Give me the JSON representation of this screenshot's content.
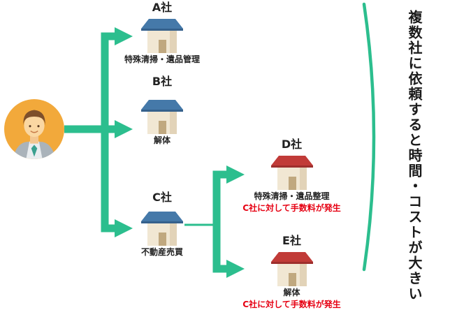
{
  "diagram_title": "",
  "avatar": {
    "icon": "person-icon"
  },
  "icons": {
    "avatar": "person-icon",
    "company": "house-icon",
    "brace": "curly-brace-curve"
  },
  "companies": [
    {
      "id": "A",
      "title": "A社",
      "service": "特殊清掃・遺品管理",
      "roof_color": "blue"
    },
    {
      "id": "B",
      "title": "B社",
      "service": "解体",
      "roof_color": "blue"
    },
    {
      "id": "C",
      "title": "C社",
      "service": "不動産売買",
      "roof_color": "blue"
    },
    {
      "id": "D",
      "title": "D社",
      "service": "特殊清掃・遺品整理",
      "note": "C社に対して手数料が発生",
      "roof_color": "red"
    },
    {
      "id": "E",
      "title": "E社",
      "service": "解体",
      "note": "C社に対して手数料が発生",
      "roof_color": "red"
    }
  ],
  "relations": [
    {
      "from": "person",
      "to": "A社"
    },
    {
      "from": "person",
      "to": "B社"
    },
    {
      "from": "person",
      "to": "C社"
    },
    {
      "from": "C社",
      "to": "D社"
    },
    {
      "from": "C社",
      "to": "E社"
    }
  ],
  "side_note": "複数社に依頼すると時間・コストが大きい",
  "colors": {
    "arrow_green": "#2cbe8e",
    "roof_blue": "#4579a9",
    "roof_red": "#c13b38",
    "note_red": "#e60012",
    "avatar_orange": "#f2a93b",
    "wall_beige": "#f1e7d3"
  }
}
